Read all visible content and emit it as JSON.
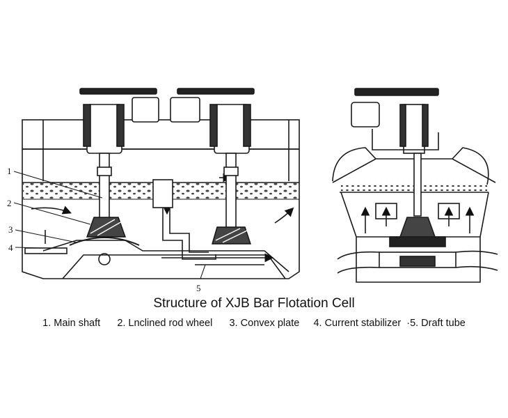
{
  "diagram": {
    "title": "Structure of XJB Bar Flotation Cell",
    "callouts": [
      "1",
      "2",
      "3",
      "4",
      "5"
    ],
    "legend": [
      "1. Main shaft",
      "2. Lnclined rod wheel",
      "3. Convex plate",
      "4. Current stabilizer",
      "·5. Draft tube"
    ],
    "colors": {
      "ink": "#1a1a1a",
      "froth": "#555555",
      "background": "#ffffff"
    }
  }
}
